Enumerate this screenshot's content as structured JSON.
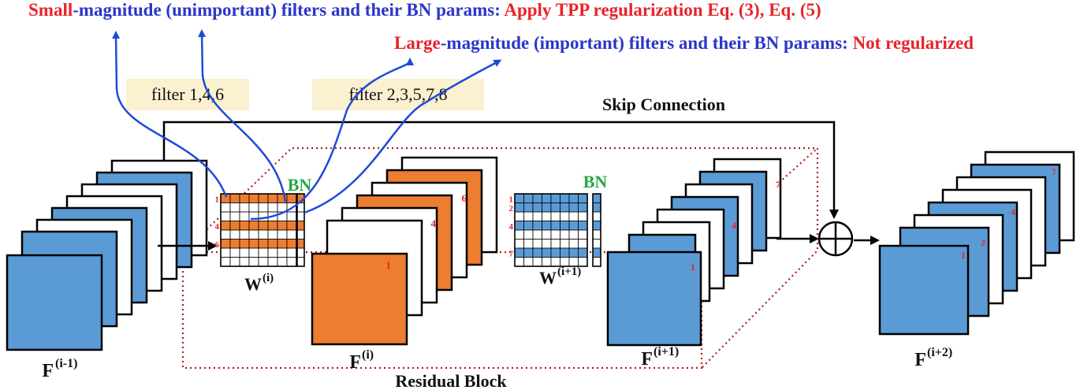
{
  "headline1": {
    "part1": "Small",
    "part2": "-magnitude (unimportant) filters and their BN params: ",
    "part3": "Apply TPP regularization Eq. (3), Eq. (5)"
  },
  "headline2": {
    "part1": "Large",
    "part2": "-magnitude (important) filters and their BN params: ",
    "part3": "Not regularized"
  },
  "tags": {
    "small_filters": "filter 1,4,6",
    "large_filters": "filter 2,3,5,7,8"
  },
  "labels": {
    "skip_connection": "Skip Connection",
    "residual_block": "Residual Block",
    "bn_1": "BN",
    "bn_2": "BN",
    "f_im1": {
      "base": "F",
      "sup": "(i-1)"
    },
    "f_i": {
      "base": "F",
      "sup": "(i)"
    },
    "f_ip1": {
      "base": "F",
      "sup": "(i+1)"
    },
    "f_ip2": {
      "base": "F",
      "sup": "(i+2)"
    },
    "w_i": {
      "base": "W",
      "sup": "(i)"
    },
    "w_ip1": {
      "base": "W",
      "sup": "(i+1)"
    }
  },
  "weight_row_numbers_1": [
    "1",
    "4",
    "6"
  ],
  "weight_row_numbers_2": [
    "1",
    "2",
    "4",
    "7"
  ],
  "map_index_1": "1",
  "map_index_2": "4",
  "map_index_3": "6",
  "stack_fi1_labels": [
    "1",
    "4",
    "7"
  ],
  "stack_fi2_labels": [
    "1",
    "2",
    "4",
    "7"
  ],
  "colors": {
    "red_text": "#e8232a",
    "blue_text": "#2a36c8",
    "blue_map": "#5b9bd5",
    "orange_map": "#ed7d31",
    "bn_green": "#27a845",
    "tag_bg": "#fbf0cf",
    "arrow_blue": "#1f4ad8",
    "dotted_red": "#b01c1c"
  }
}
